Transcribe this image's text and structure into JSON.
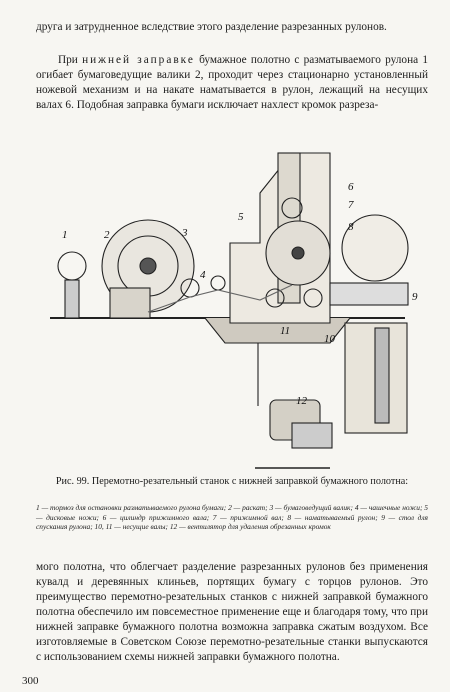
{
  "top_lines": [
    "друга и затрудненное вследствие этого разделение разрезанных рулонов."
  ],
  "para1_start": "При ",
  "para1_spaced": "нижней заправке",
  "para1_rest": " бумажное полотно с разматываемого рулона 1 огибает бумаговедущие валики 2, проходит через стационарно установленный ножевой механизм и на накате наматывается в рулон, лежащий на несущих валах 6. Подобная заправка бумаги исключает нахлест кромок разреза-",
  "figure": {
    "labels": [
      "1",
      "2",
      "3",
      "4",
      "5",
      "6",
      "7",
      "8",
      "9",
      "10",
      "11",
      "12"
    ],
    "caption": "Рис. 99. Перемотно-резательный станок с нижней заправкой бумажного полотна:",
    "legend": "1 — тормоз для остановки разматываемого рулона бумаги; 2 — раскат; 3 — бумаговедущий валик; 4 — чашечные ножи; 5 — дисковые ножи; 6 — цилиндр прижимного вала; 7 — прижимной вал; 8 — наматываемый рулон; 9 — стол для спускания рулона; 10, 11 — несущие валы; 12 — вентилятор для удаления обрезанных кромок"
  },
  "bottom_text": "мого полотна, что облегчает разделение разрезанных рулонов без применения кувалд и деревянных клиньев, портящих бумагу с торцов рулонов. Это преимущество перемотно-резательных станков с нижней заправкой бумажного полотна обеспечило им повсеместное применение еще и благодаря тому, что при нижней заправке бумажного полотна возможна заправка сжатым воздухом. Все изготовляемые в Советском Союзе перемотно-резательные станки выпускаются с использованием схемы нижней заправки бумажного полотна.",
  "page_number": "300"
}
